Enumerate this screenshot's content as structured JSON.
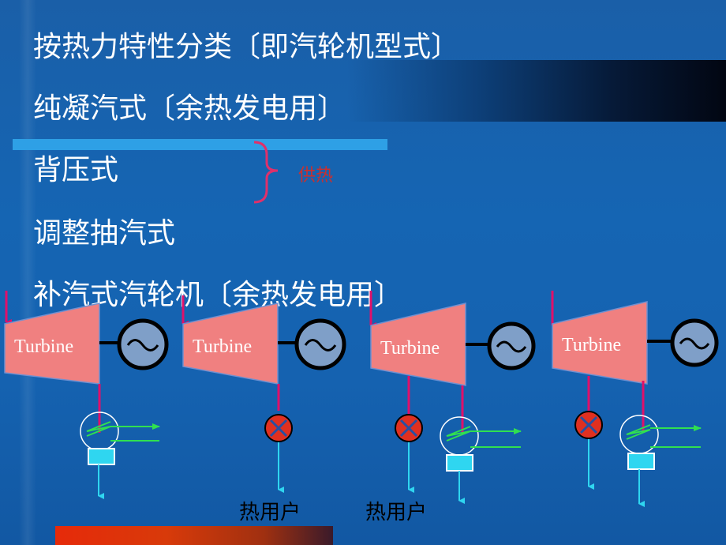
{
  "lines": [
    "按热力特性分类〔即汽轮机型式〕",
    "纯凝汽式〔余热发电用〕",
    "背压式",
    "调整抽汽式",
    "补汽式汽轮机〔余热发电用〕"
  ],
  "brace_label": "供热",
  "turbine_label": "Turbine",
  "heat_user_label": "热用户",
  "colors": {
    "background": "#1565b3",
    "turbine": "#f08080",
    "generator": "#7f9fc8",
    "steam": "#e0106a",
    "water": "#2fd6f0",
    "heater_pipes": "#30e050",
    "valve": "#e03020",
    "brace": "#e0306a",
    "light_bar": "#2ea0e6",
    "bottom_bar": "#e62a0a"
  }
}
